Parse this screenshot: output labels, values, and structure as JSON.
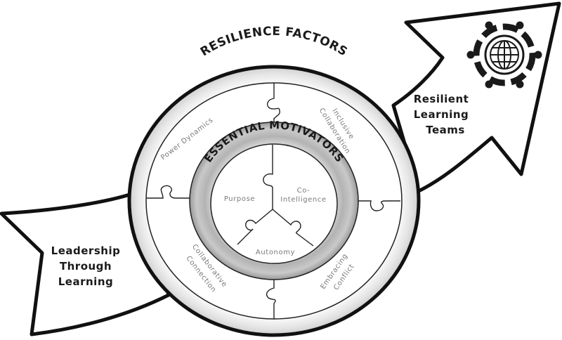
{
  "diagram": {
    "left_arrow": {
      "lines": [
        "Leadership",
        "Through",
        "Learning"
      ]
    },
    "right_arrow": {
      "lines": [
        "Resilient",
        "Learning",
        "Teams"
      ],
      "icon": "globe-with-people-circle-icon"
    },
    "outer_ring": {
      "title": "RESILIENCE FACTORS",
      "segments": [
        {
          "label": "Power Dynamics"
        },
        {
          "label_lines": [
            "Inclusive",
            "Collaboration"
          ]
        },
        {
          "label_lines": [
            "Collaborative",
            "Connection"
          ]
        },
        {
          "label_lines": [
            "Embracing",
            "Conflict"
          ]
        }
      ]
    },
    "inner_ring": {
      "title": "ESSENTIAL MOTIVATORS",
      "segments": [
        {
          "label": "Purpose"
        },
        {
          "label_lines": [
            "Co-",
            "Intelligence"
          ]
        },
        {
          "label": "Autonomy"
        }
      ]
    },
    "colors": {
      "ink": "#1a1a1a",
      "label_gray": "#7a7a7a",
      "ring_gray": "#b8b8b8"
    }
  }
}
